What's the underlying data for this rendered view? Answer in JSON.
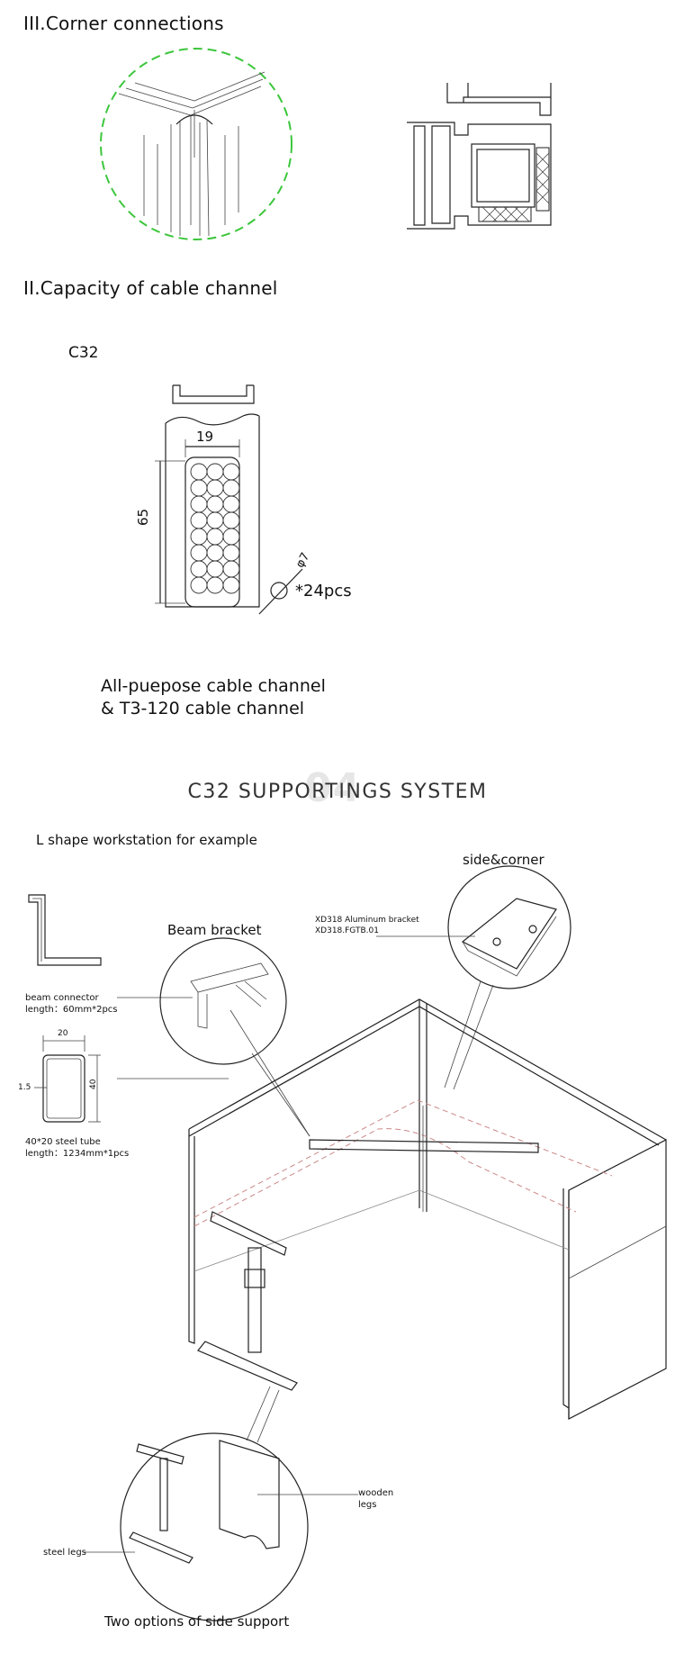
{
  "sections": {
    "corner": {
      "heading": "III.Corner connections"
    },
    "capacity": {
      "heading": "II.Capacity of cable channel",
      "model": "C32",
      "dim_width": "19",
      "dim_height": "65",
      "dim_diameter": "φ7",
      "pcs": "*24pcs",
      "caption_line1": "All-puepose cable channel",
      "caption_line2": "& T3-120 cable channel"
    },
    "supporting": {
      "watermark": "04",
      "title": "C32 SUPPORTINGS SYSTEM",
      "subtitle": "L shape workstation for example",
      "side_corner": "side&corner",
      "bracket_line1": "XD318 Aluminum bracket",
      "bracket_line2": "XD318.FGTB.01",
      "beam_bracket": "Beam bracket",
      "beam_connector_line1": "beam connector",
      "beam_connector_line2": "length：60mm*2pcs",
      "tube_w": "20",
      "tube_h": "40",
      "tube_t": "1.5",
      "tube_line1": "40*20 steel tube",
      "tube_line2": "length：1234mm*1pcs",
      "wooden_line1": "wooden",
      "wooden_line2": "legs",
      "steel_legs": "steel legs",
      "options_caption": "Two options of side support"
    }
  }
}
